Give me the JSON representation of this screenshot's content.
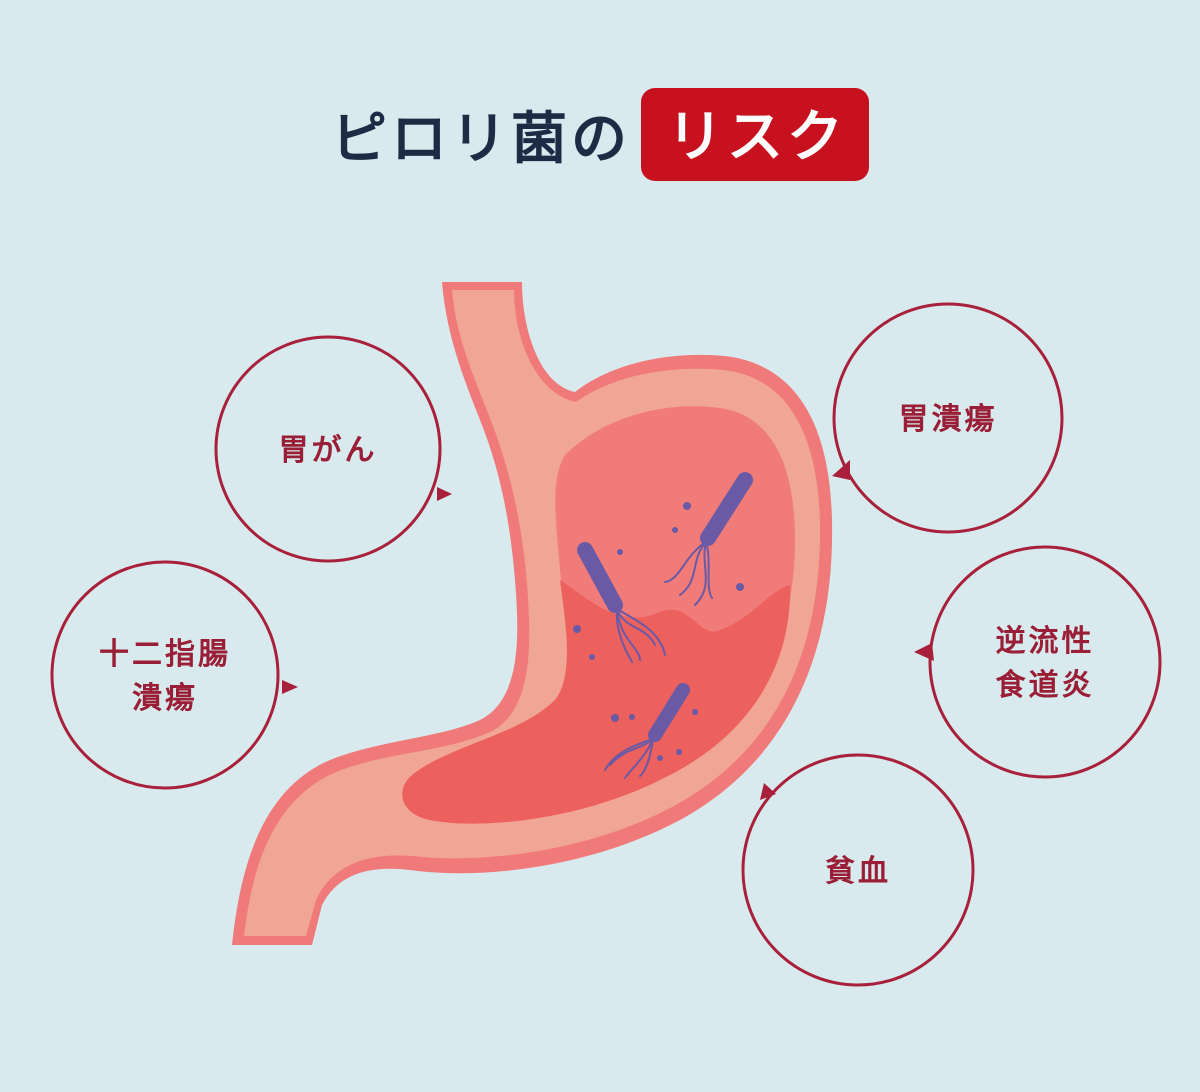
{
  "title": {
    "main": "ピロリ菌の",
    "accent": "リスク"
  },
  "risks": [
    {
      "id": "gastric-cancer",
      "lines": [
        "胃がん"
      ]
    },
    {
      "id": "duodenal-ulcer",
      "lines": [
        "十二指腸",
        "潰瘍"
      ]
    },
    {
      "id": "gastric-ulcer",
      "lines": [
        "胃潰瘍"
      ]
    },
    {
      "id": "reflux-esophagitis",
      "lines": [
        "逆流性",
        "食道炎"
      ]
    },
    {
      "id": "anemia",
      "lines": [
        "貧血"
      ]
    }
  ],
  "colors": {
    "background": "#d8eaee",
    "title_text": "#1f2b45",
    "accent_bg": "#c7111f",
    "bubble_stroke": "#a8203a",
    "bubble_text": "#9a1f36",
    "stomach_outer": "#f07a7a",
    "stomach_wall": "#f0a595",
    "stomach_inner": "#f17b78",
    "acid": "#ec605e",
    "bacteria": "#6a5aa6"
  }
}
